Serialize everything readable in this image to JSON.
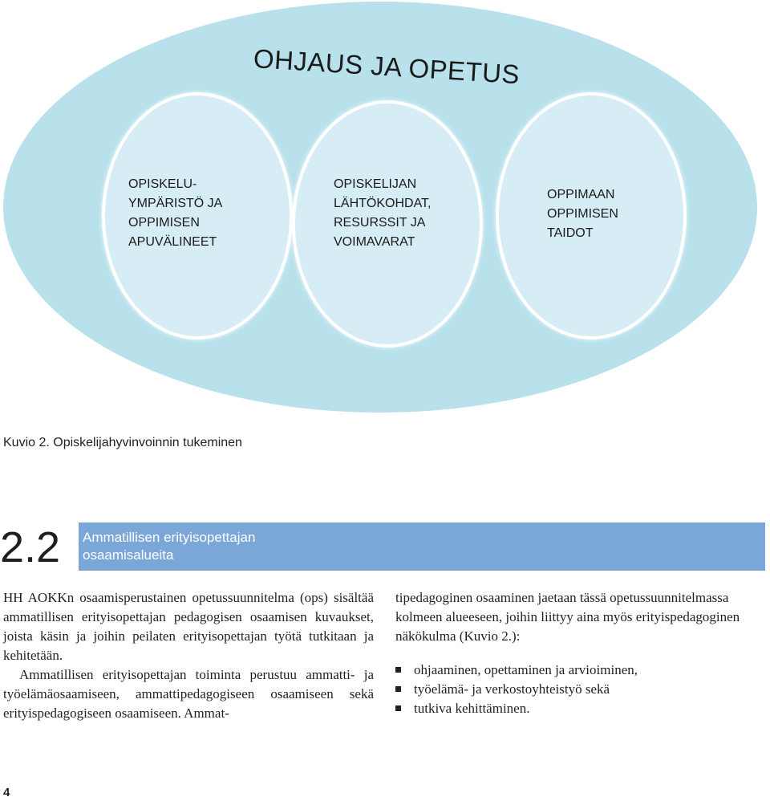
{
  "diagram": {
    "title": "OHJAUS JA OPETUS",
    "circles": [
      {
        "text": "OPISKELU-\nYMPÄRISTÖ JA\nOPPIMISEN\nAPUVÄLINEET"
      },
      {
        "text": "OPISKELIJAN\nLÄHTÖKOHDAT,\nRESURSSIT JA\nVOIMAVARAT"
      },
      {
        "text": "OPPIMAAN\nOPPIMISEN\nTAIDOT"
      }
    ],
    "caption": "Kuvio 2. Opiskelijahyvinvoinnin tukeminen",
    "colors": {
      "outer": "#b8e1ec",
      "inner": "#d6edf5"
    }
  },
  "section": {
    "number": "2.2",
    "title": "Ammatillisen erityisopettajan\nosaamisalueita",
    "banner_color": "#7ba7d8"
  },
  "body": {
    "left_p1": "HH AOKKn osaamisperustainen opetussuunnitelma (ops) sisältää ammatillisen erityisopettajan pedagogisen osaamisen kuvaukset, joista käsin ja joihin peilaten erityisopettajan työtä tutkitaan ja kehitetään.",
    "left_p2": "Ammatillisen erityisopettajan toiminta perustuu ammatti- ja työelämäosaamiseen, ammattipedagogiseen osaamiseen sekä erityispedagogiseen osaamiseen. Ammat-",
    "right_p1": "tipedagoginen osaaminen jaetaan tässä opetussuunnitelmassa kolmeen alueeseen, joihin liittyy aina myös erityispedagoginen näkökulma (Kuvio 2.):",
    "bullets": [
      "ohjaaminen, opettaminen ja arvioiminen,",
      "työelämä- ja verkostoyhteistyö sekä",
      "tutkiva kehittäminen."
    ]
  },
  "page_number": "4"
}
